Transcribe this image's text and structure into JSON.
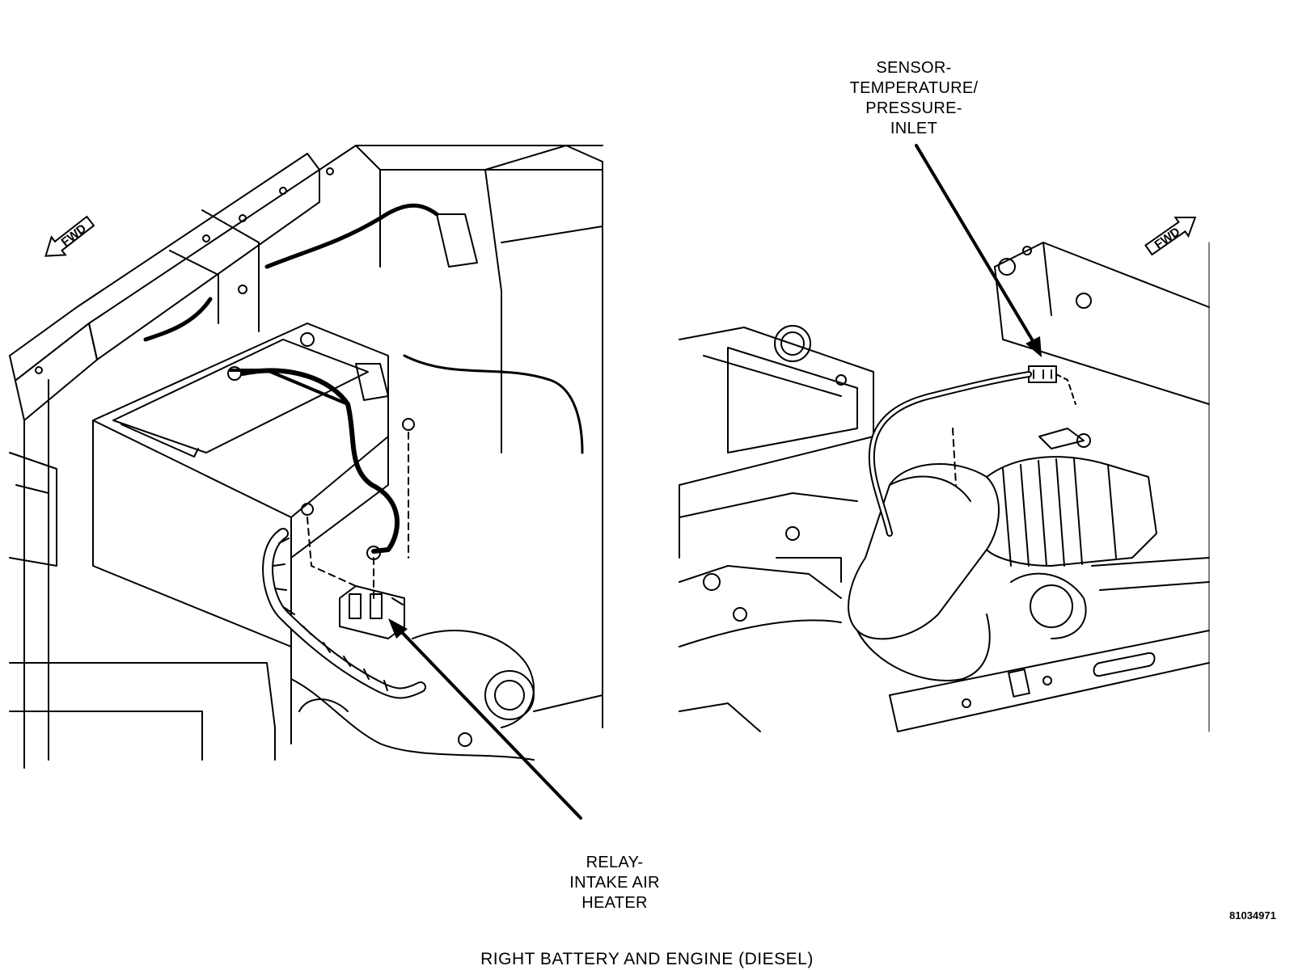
{
  "callouts": {
    "sensor_label": "SENSOR-\nTEMPERATURE/\nPRESSURE-\nINLET",
    "relay_label": "RELAY-\nINTAKE AIR\nHEATER"
  },
  "fwd_indicators": {
    "left": "FWD",
    "right": "FWD"
  },
  "figure": {
    "number": "81034971",
    "caption": "RIGHT BATTERY AND ENGINE    (DIESEL)"
  },
  "icons": [
    "fwd-arrow-icon",
    "battery-icon",
    "connector-icon",
    "relay-icon"
  ]
}
